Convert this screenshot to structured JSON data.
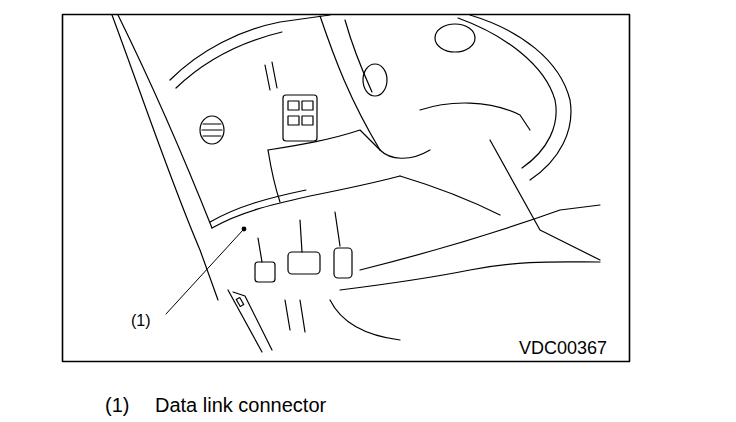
{
  "diagram": {
    "labels": [
      "(1)",
      "VDC00367",
      "(1)",
      "Data link connector"
    ]
  }
}
